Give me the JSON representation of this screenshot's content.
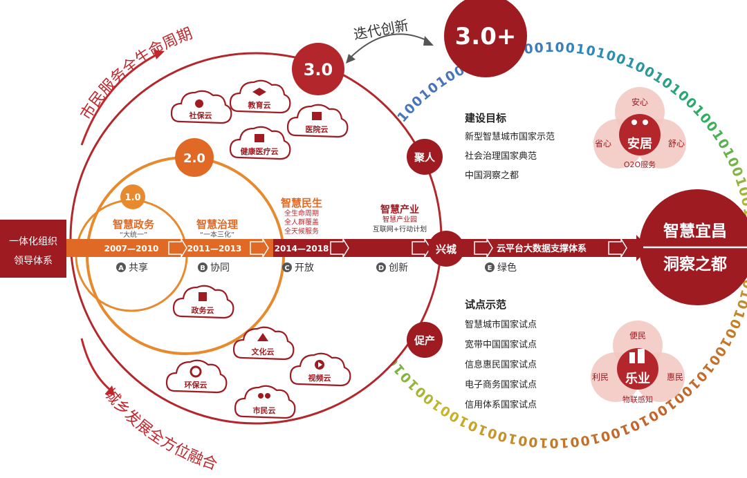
{
  "arcs": {
    "top": "市民服务全生命周期",
    "bottom": "城乡发展全方位融合"
  },
  "left_box": {
    "line1": "一体化组织",
    "line2": "领导体系"
  },
  "iterate_label": "迭代创新",
  "versions": {
    "v1": "1.0",
    "v2": "2.0",
    "v3": "3.0",
    "v3plus": "3.0+"
  },
  "binary": "1010010010100100101001001010010010100100101001001010010010100100101001001010010010100100101001001010010010100100101001001010010010100100",
  "phases": {
    "a_title": "智慧政务",
    "a_sub": "“大统一”",
    "b_title": "智慧治理",
    "b_sub": "“一本三化”",
    "c_title": "智慧民生",
    "c_sub1": "全生命周期",
    "c_sub2": "全人群覆盖",
    "c_sub3": "全天候服务",
    "d_title": "智慧产业",
    "d_sub1": "智慧产业园",
    "d_sub2": "互联网+行动计划"
  },
  "timeline": {
    "p1": "2007—2010",
    "p2": "2011—2013",
    "p3": "2014—2018",
    "e_label": "云平台大数据支撑体系"
  },
  "milestones": [
    {
      "letter": "A",
      "label": "共享"
    },
    {
      "letter": "B",
      "label": "协同"
    },
    {
      "letter": "C",
      "label": "开放"
    },
    {
      "letter": "D",
      "label": "创新"
    },
    {
      "letter": "E",
      "label": "绿色"
    }
  ],
  "clouds": {
    "shebao": "社保云",
    "jiaoyu": "教育云",
    "yiyuan": "医院云",
    "jiankang": "健康医疗云",
    "zhengwu": "政务云",
    "wenhua": "文化云",
    "huanbao": "环保云",
    "shipin": "视频云",
    "shimin": "市民云"
  },
  "nodes": {
    "juren": "聚人",
    "xingcheng": "兴城",
    "cuchan": "促产"
  },
  "goals": {
    "title": "建设目标",
    "items": [
      "新型智慧城市国家示范",
      "社会治理国家典范",
      "中国洞察之都"
    ]
  },
  "pilots": {
    "title": "试点示范",
    "items": [
      "智慧城市国家试点",
      "宽带中国国家试点",
      "信息惠民国家试点",
      "电子商务国家试点",
      "信用体系国家试点"
    ]
  },
  "anju": {
    "center": "安居",
    "top": "安心",
    "left": "省心",
    "right": "舒心",
    "bottom": "O2O服务"
  },
  "leye": {
    "center": "乐业",
    "top": "便民",
    "left": "利民",
    "right": "惠民",
    "bottom": "物联感知"
  },
  "final": {
    "line1": "智慧宜昌",
    "line2": "洞察之都"
  },
  "colors": {
    "dark_red": "#9e1b22",
    "red": "#c0272d",
    "orange": "#e7892d",
    "pink": "#f2c7bf"
  }
}
